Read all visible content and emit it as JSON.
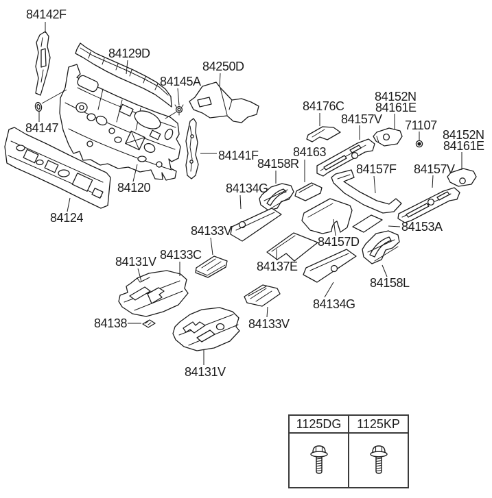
{
  "callouts": [
    {
      "text": "84142F"
    },
    {
      "text": "84129D"
    },
    {
      "text": "84250D"
    },
    {
      "text": "84145A"
    },
    {
      "text": "84176C"
    },
    {
      "text": "84152N"
    },
    {
      "text": "84161E"
    },
    {
      "text": "84157V"
    },
    {
      "text": "71107"
    },
    {
      "text": "84152N"
    },
    {
      "text": "84161E"
    },
    {
      "text": "84147"
    },
    {
      "text": "84141F"
    },
    {
      "text": "84163"
    },
    {
      "text": "84158R"
    },
    {
      "text": "84157F"
    },
    {
      "text": "84157V"
    },
    {
      "text": "84120"
    },
    {
      "text": "84134G"
    },
    {
      "text": "84124"
    },
    {
      "text": "84153A"
    },
    {
      "text": "84133V"
    },
    {
      "text": "84157D"
    },
    {
      "text": "84133C"
    },
    {
      "text": "84131V"
    },
    {
      "text": "84137E"
    },
    {
      "text": "84158L"
    },
    {
      "text": "84138"
    },
    {
      "text": "84134G"
    },
    {
      "text": "84133V"
    },
    {
      "text": "84131V"
    }
  ],
  "fastener_table": {
    "codes": [
      {
        "text": "1125DG",
        "icon": "bolt-icon"
      },
      {
        "text": "1125KP",
        "icon": "bolt-icon"
      }
    ]
  },
  "colors": {
    "line_color": "#1a1a1a",
    "label_color": "#1c1c1c",
    "background": "#ffffff"
  }
}
